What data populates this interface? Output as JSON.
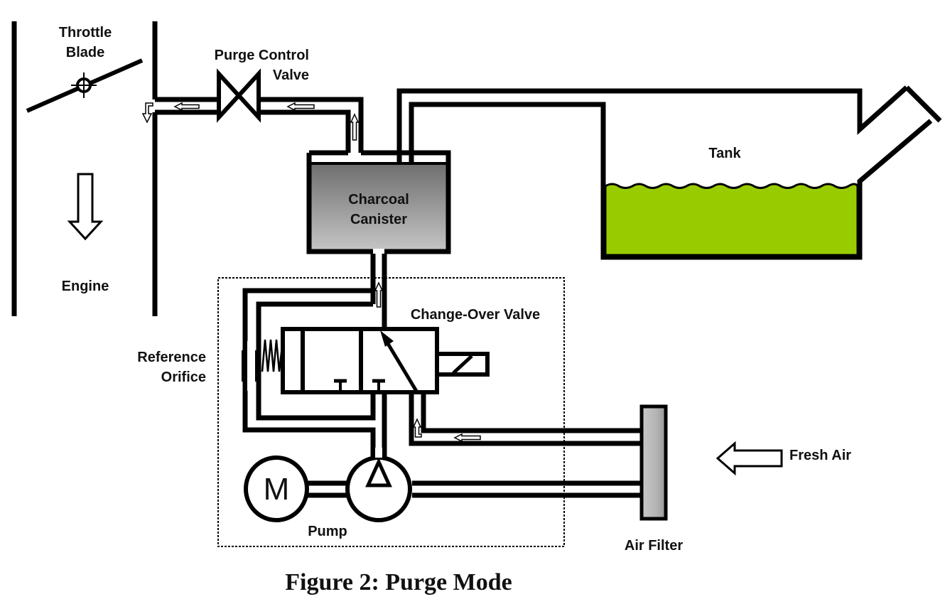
{
  "figure": {
    "caption": "Figure 2: Purge Mode",
    "mode": "Purge Mode"
  },
  "labels": {
    "throttle_line1": "Throttle",
    "throttle_line2": "Blade",
    "purge_valve_line1": "Purge Control",
    "purge_valve_line2": "Valve",
    "engine": "Engine",
    "canister_line1": "Charcoal",
    "canister_line2": "Canister",
    "tank": "Tank",
    "change_over_valve": "Change-Over Valve",
    "reference_orifice_line1": "Reference",
    "reference_orifice_line2": "Orifice",
    "motor": "M",
    "pump": "Pump",
    "air_filter": "Air Filter",
    "fresh_air": "Fresh Air"
  },
  "colors": {
    "fuel": "#99cc00",
    "canister_top": "#6e6e6e",
    "canister_bottom": "#c4c4c4",
    "filter": "#b8b8b8",
    "line": "#000000"
  },
  "flow": [
    {
      "from": "Fresh Air",
      "to": "Air Filter"
    },
    {
      "from": "Air Filter",
      "to": "Change-Over Valve"
    },
    {
      "from": "Change-Over Valve",
      "to": "Charcoal Canister"
    },
    {
      "from": "Charcoal Canister",
      "to": "Purge Control Valve"
    },
    {
      "from": "Purge Control Valve",
      "to": "Engine"
    }
  ]
}
